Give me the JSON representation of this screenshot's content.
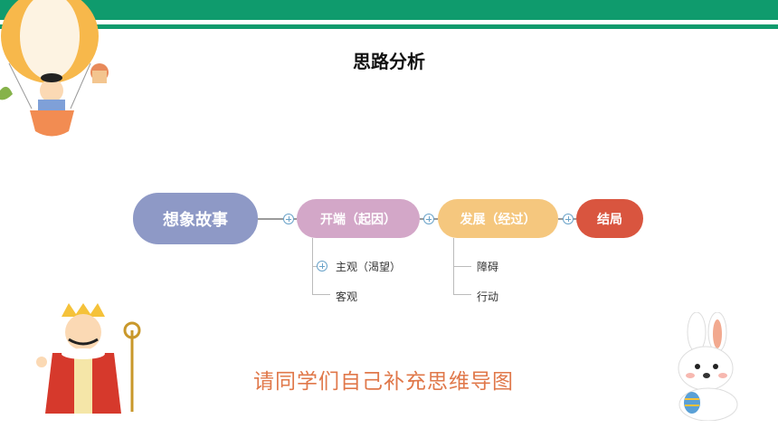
{
  "title": "思路分析",
  "mindmap": {
    "root": "想象故事",
    "nodes": [
      {
        "label": "开端（起因）",
        "children": [
          "主观（渴望）",
          "客观"
        ]
      },
      {
        "label": "发展（经过）",
        "children": [
          "障碍",
          "行动"
        ]
      },
      {
        "label": "结局",
        "children": []
      }
    ]
  },
  "footer_text": "请同学们自己补充思维导图",
  "colors": {
    "header": "#0f9b6d",
    "root": "#8e99c6",
    "start": "#d3a7c8",
    "development": "#f5c77e",
    "ending": "#d9553f",
    "footer_text": "#e0784a"
  }
}
